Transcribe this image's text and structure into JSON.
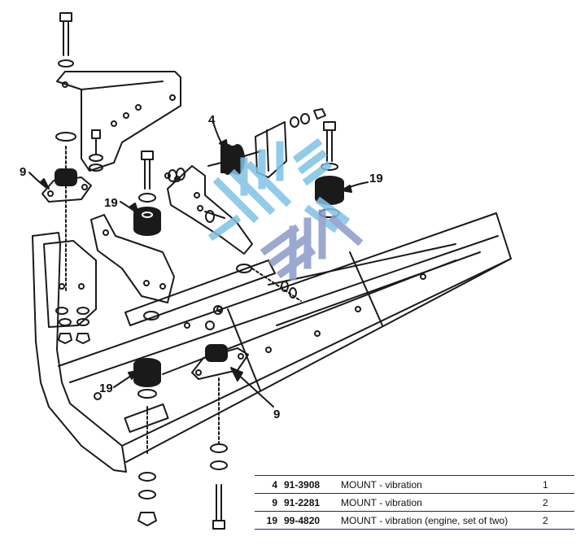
{
  "callouts": [
    {
      "id": "c4a",
      "text": "4"
    },
    {
      "id": "c9a",
      "text": "9"
    },
    {
      "id": "c19a",
      "text": "19"
    },
    {
      "id": "c19b",
      "text": "19"
    },
    {
      "id": "c19c",
      "text": "19"
    },
    {
      "id": "c9b",
      "text": "9"
    }
  ],
  "parts_list": [
    {
      "item": "4",
      "part_number": "91-3908",
      "description": "MOUNT - vibration",
      "qty": "1"
    },
    {
      "item": "9",
      "part_number": "91-2281",
      "description": "MOUNT - vibration",
      "qty": "2"
    },
    {
      "item": "19",
      "part_number": "99-4820",
      "description": "MOUNT - vibration (engine, set of two)",
      "qty": "2"
    }
  ],
  "colors": {
    "ink": "#1a1a1a",
    "watermark_blue": "#7ec3e6",
    "watermark_navy": "#8a9bc8",
    "rule": "#1a2a66"
  }
}
